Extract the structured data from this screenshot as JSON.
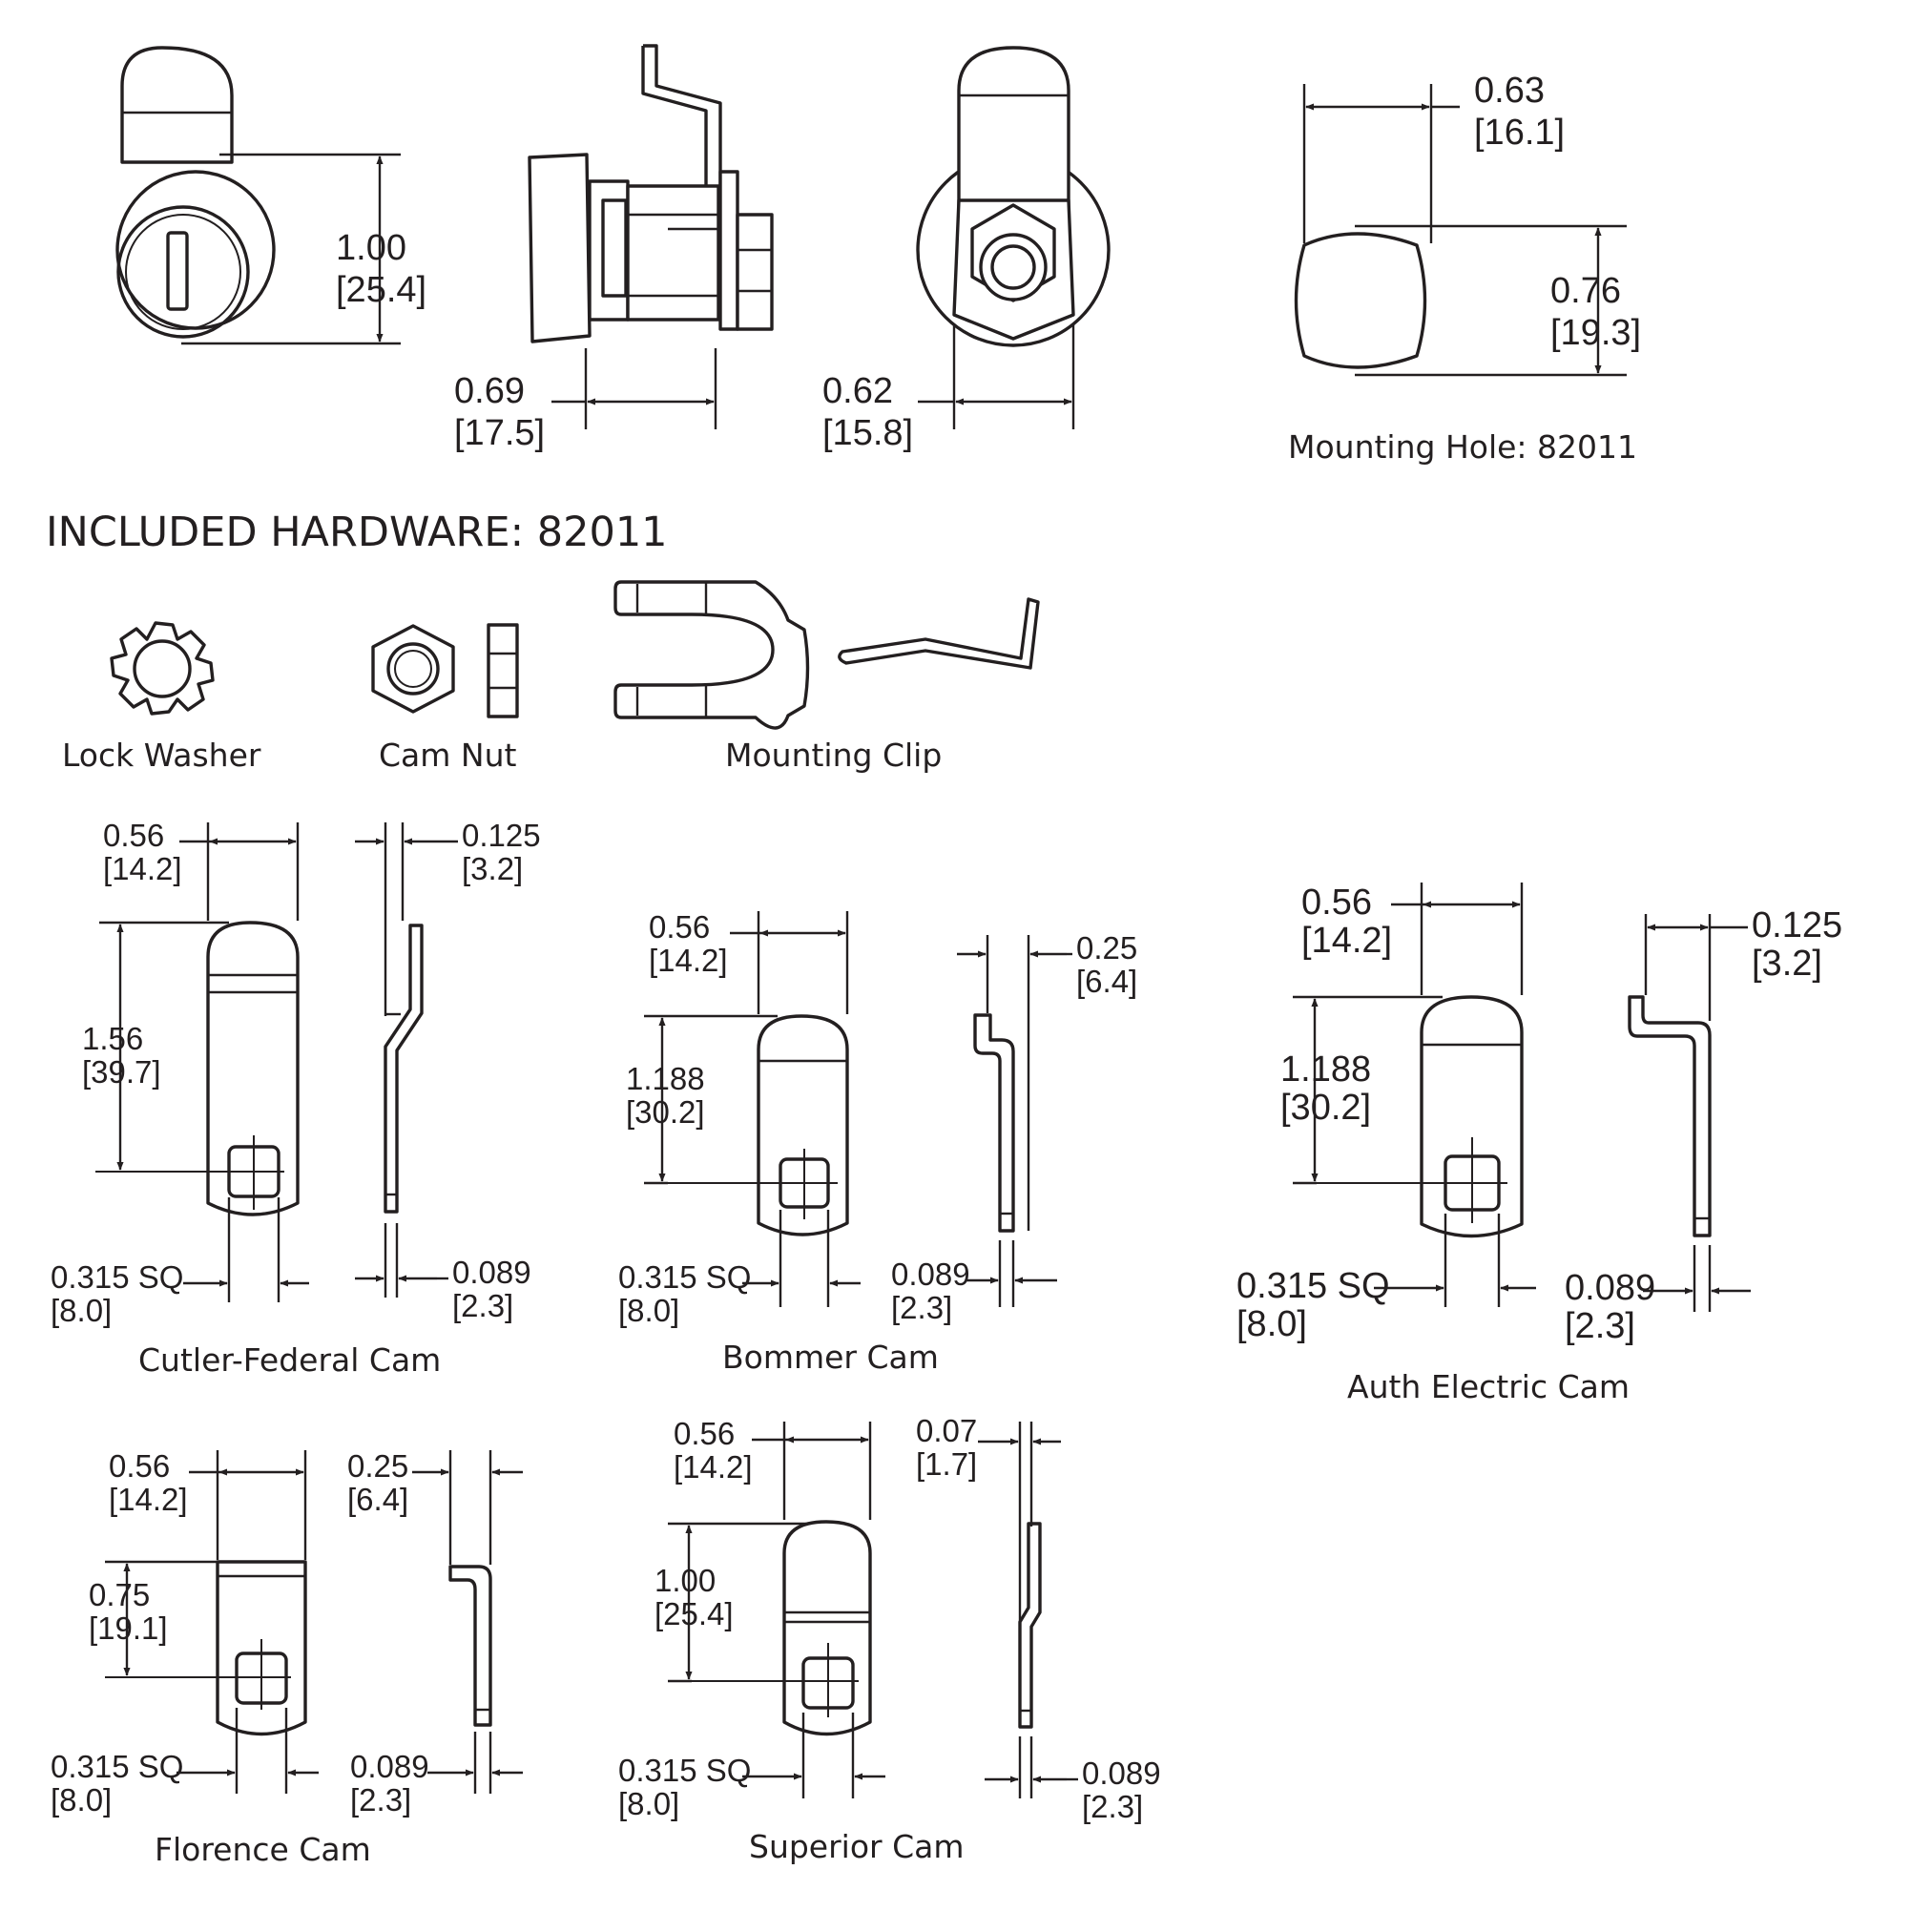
{
  "drawing": {
    "front_view": {
      "dim_value": "1.00",
      "dim_metric": "[25.4]"
    },
    "side_view": {
      "dim_value": "0.69",
      "dim_metric": "[17.5]"
    },
    "rear_view": {
      "dim_value": "0.62",
      "dim_metric": "[15.8]"
    },
    "mounting_hole": {
      "width_value": "0.63",
      "width_metric": "[16.1]",
      "height_value": "0.76",
      "height_metric": "[19.3]",
      "caption": "Mounting Hole: 82011"
    }
  },
  "hardware": {
    "heading": "INCLUDED HARDWARE: 82011",
    "items": [
      "Lock Washer",
      "Cam Nut",
      "Mounting Clip"
    ]
  },
  "cams": {
    "cutler": {
      "caption": "Cutler-Federal Cam",
      "width_value": "0.56",
      "width_metric": "[14.2]",
      "thick_value": "0.125",
      "thick_metric": "[3.2]",
      "len_value": "1.56",
      "len_metric": "[39.7]",
      "sq_value": "0.315  SQ",
      "sq_metric": "[8.0]",
      "mat_value": "0.089",
      "mat_metric": "[2.3]"
    },
    "bommer": {
      "caption": "Bommer Cam",
      "width_value": "0.56",
      "width_metric": "[14.2]",
      "thick_value": "0.25",
      "thick_metric": "[6.4]",
      "len_value": "1.188",
      "len_metric": "[30.2]",
      "sq_value": "0.315 SQ",
      "sq_metric": "[8.0]",
      "mat_value": "0.089",
      "mat_metric": "[2.3]"
    },
    "auth": {
      "caption": "Auth Electric Cam",
      "width_value": "0.56",
      "width_metric": "[14.2]",
      "thick_value": "0.125",
      "thick_metric": "[3.2]",
      "len_value": "1.188",
      "len_metric": "[30.2]",
      "sq_value": "0.315 SQ",
      "sq_metric": "[8.0]",
      "mat_value": "0.089",
      "mat_metric": "[2.3]"
    },
    "florence": {
      "caption": "Florence Cam",
      "width_value": "0.56",
      "width_metric": "[14.2]",
      "thick_value": "0.25",
      "thick_metric": "[6.4]",
      "len_value": "0.75",
      "len_metric": "[19.1]",
      "sq_value": "0.315 SQ",
      "sq_metric": "[8.0]",
      "mat_value": "0.089",
      "mat_metric": "[2.3]"
    },
    "superior": {
      "caption": "Superior Cam",
      "width_value": "0.56",
      "width_metric": "[14.2]",
      "thick_value": "0.07",
      "thick_metric": "[1.7]",
      "len_value": "1.00",
      "len_metric": "[25.4]",
      "sq_value": "0.315 SQ",
      "sq_metric": "[8.0]",
      "mat_value": "0.089",
      "mat_metric": "[2.3]"
    }
  }
}
